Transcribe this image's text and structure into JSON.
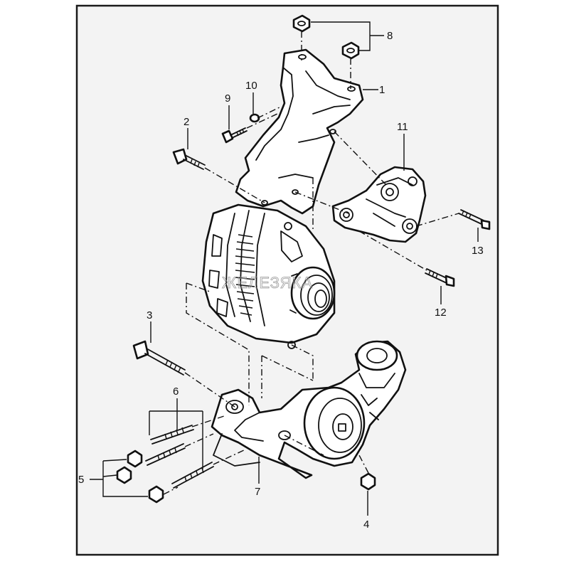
{
  "watermark": "ЖЕЛЕЗЯКА",
  "callouts": [
    {
      "id": "1",
      "label": "1"
    },
    {
      "id": "2",
      "label": "2"
    },
    {
      "id": "3",
      "label": "3"
    },
    {
      "id": "4",
      "label": "4"
    },
    {
      "id": "5",
      "label": "5"
    },
    {
      "id": "6",
      "label": "6"
    },
    {
      "id": "7",
      "label": "7"
    },
    {
      "id": "8",
      "label": "8"
    },
    {
      "id": "9",
      "label": "9"
    },
    {
      "id": "10",
      "label": "10"
    },
    {
      "id": "11",
      "label": "11"
    },
    {
      "id": "12",
      "label": "12"
    },
    {
      "id": "13",
      "label": "13"
    }
  ],
  "colors": {
    "background": "#f3f3f3",
    "ink": "#111111",
    "watermark": "#9a9a9a"
  }
}
